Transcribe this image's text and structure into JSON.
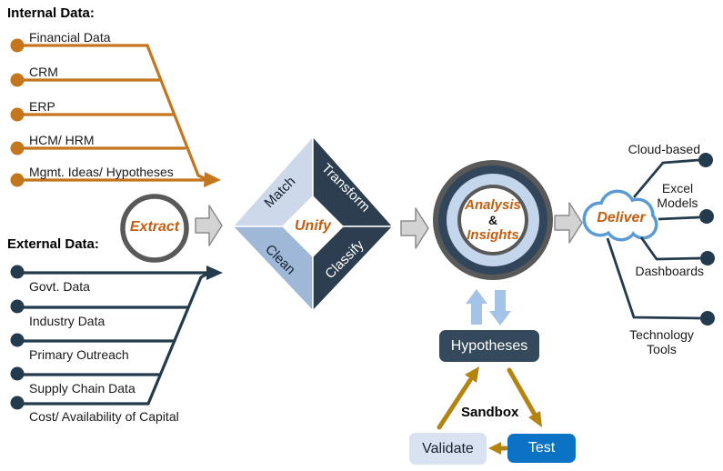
{
  "internal": {
    "title": "Internal Data:",
    "items": [
      "Financial Data",
      "CRM",
      "ERP",
      "HCM/ HRM",
      "Mgmt. Ideas/ Hypotheses"
    ]
  },
  "external": {
    "title": "External Data:",
    "items": [
      "Govt. Data",
      "Industry Data",
      "Primary Outreach",
      "Supply Chain Data",
      "Cost/ Availability of Capital"
    ]
  },
  "pipeline": {
    "extract_label": "Extract",
    "diamond": {
      "top_left": "Match",
      "top_right": "Transform",
      "bottom_left": "Clean",
      "bottom_right": "Classify",
      "center": "Unify"
    },
    "analysis": {
      "line1": "Analysis",
      "line2": "&",
      "line3": "Insights"
    },
    "deliver_label": "Deliver"
  },
  "outputs": [
    "Cloud-based",
    "Excel Models",
    "Dashboards",
    "Technology Tools"
  ],
  "sandbox": {
    "hypotheses_label": "Hypotheses",
    "sandbox_label": "Sandbox",
    "validate_label": "Validate",
    "test_label": "Test"
  },
  "colors": {
    "orange_line": "#c4761d",
    "orange_text": "#c35e10",
    "navy_line": "#233b4d",
    "navy_box": "#35495c",
    "diamond_dark": "#2c3e50",
    "diamond_light": "#cdd9ea",
    "diamond_mid": "#9fb8d8",
    "ring_gray": "#595959",
    "ring_blue": "#c3d6ec",
    "cloud_blue": "#5b9bd5",
    "test_blue": "#0c72c4",
    "validate_bg": "#d9e2f0",
    "gold_arrow": "#b5830f",
    "pale_arrow": "#a3c4e6",
    "gray_arrow_fill": "#d3d3d3",
    "gray_arrow_stroke": "#8c8c8c"
  }
}
